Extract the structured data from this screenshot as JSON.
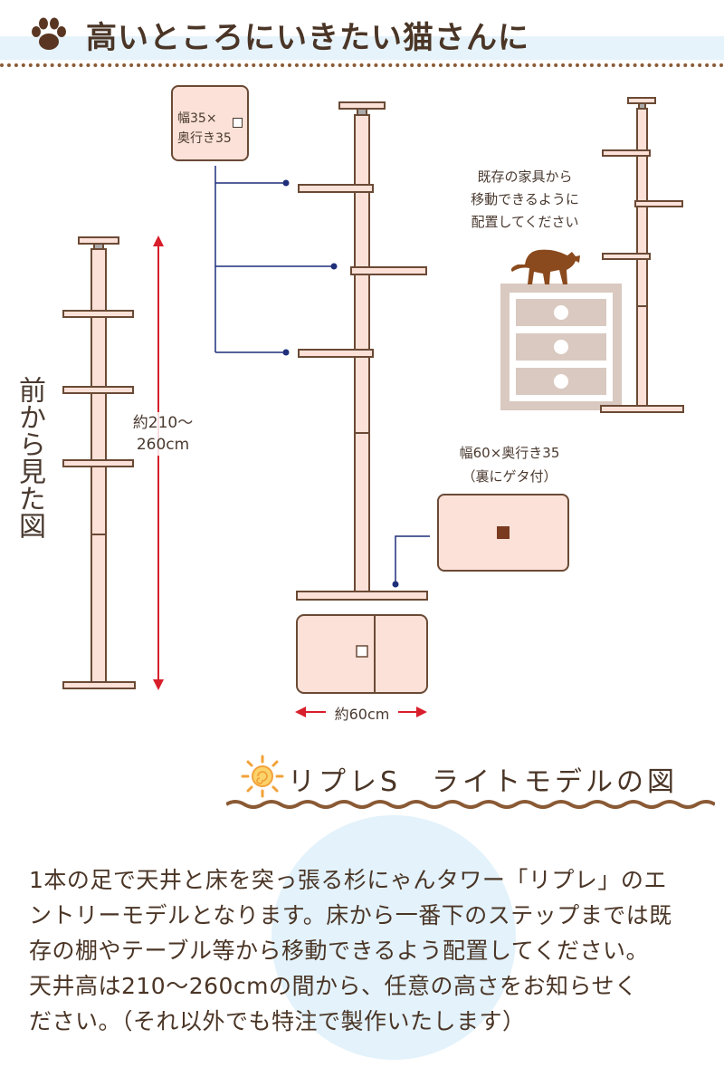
{
  "header": {
    "title": "高いところにいきたい猫さんに",
    "icon": "paw-icon"
  },
  "diagram": {
    "front_caption": "前から見た図",
    "height_label_line1": "約210〜",
    "height_label_line2": "260cm",
    "width_label": "約60cm",
    "small_box": {
      "line1": "幅35×",
      "line2": "奥行き35"
    },
    "large_box": {
      "line1": "幅60×奥行き35",
      "line2": "（裏にゲタ付）"
    },
    "move_caption": {
      "line1": "既存の家具から",
      "line2": "移動できるように",
      "line3": "配置してください"
    }
  },
  "section": {
    "title": "リプレS　ライトモデルの図",
    "icon": "sun-icon"
  },
  "description": {
    "lines": [
      "1本の足で天井と床を突っ張る杉にゃんタワー「リプレ」のエ",
      "ントリーモデルとなります。床から一番下のステップまでは既",
      "存の棚やテーブル等から移動できるよう配置してください。",
      "天井高は210〜260cmの間から、任意の高さをお知らせく",
      "ださい。（それ以外でも特注で製作いたします）"
    ]
  },
  "colors": {
    "wood": "#fbe1d8",
    "outline": "#6b4a35",
    "accent_red": "#d81e2a",
    "leader_blue": "#1f2f7a",
    "furniture": "#d9c9c0",
    "text": "#4a3526"
  }
}
